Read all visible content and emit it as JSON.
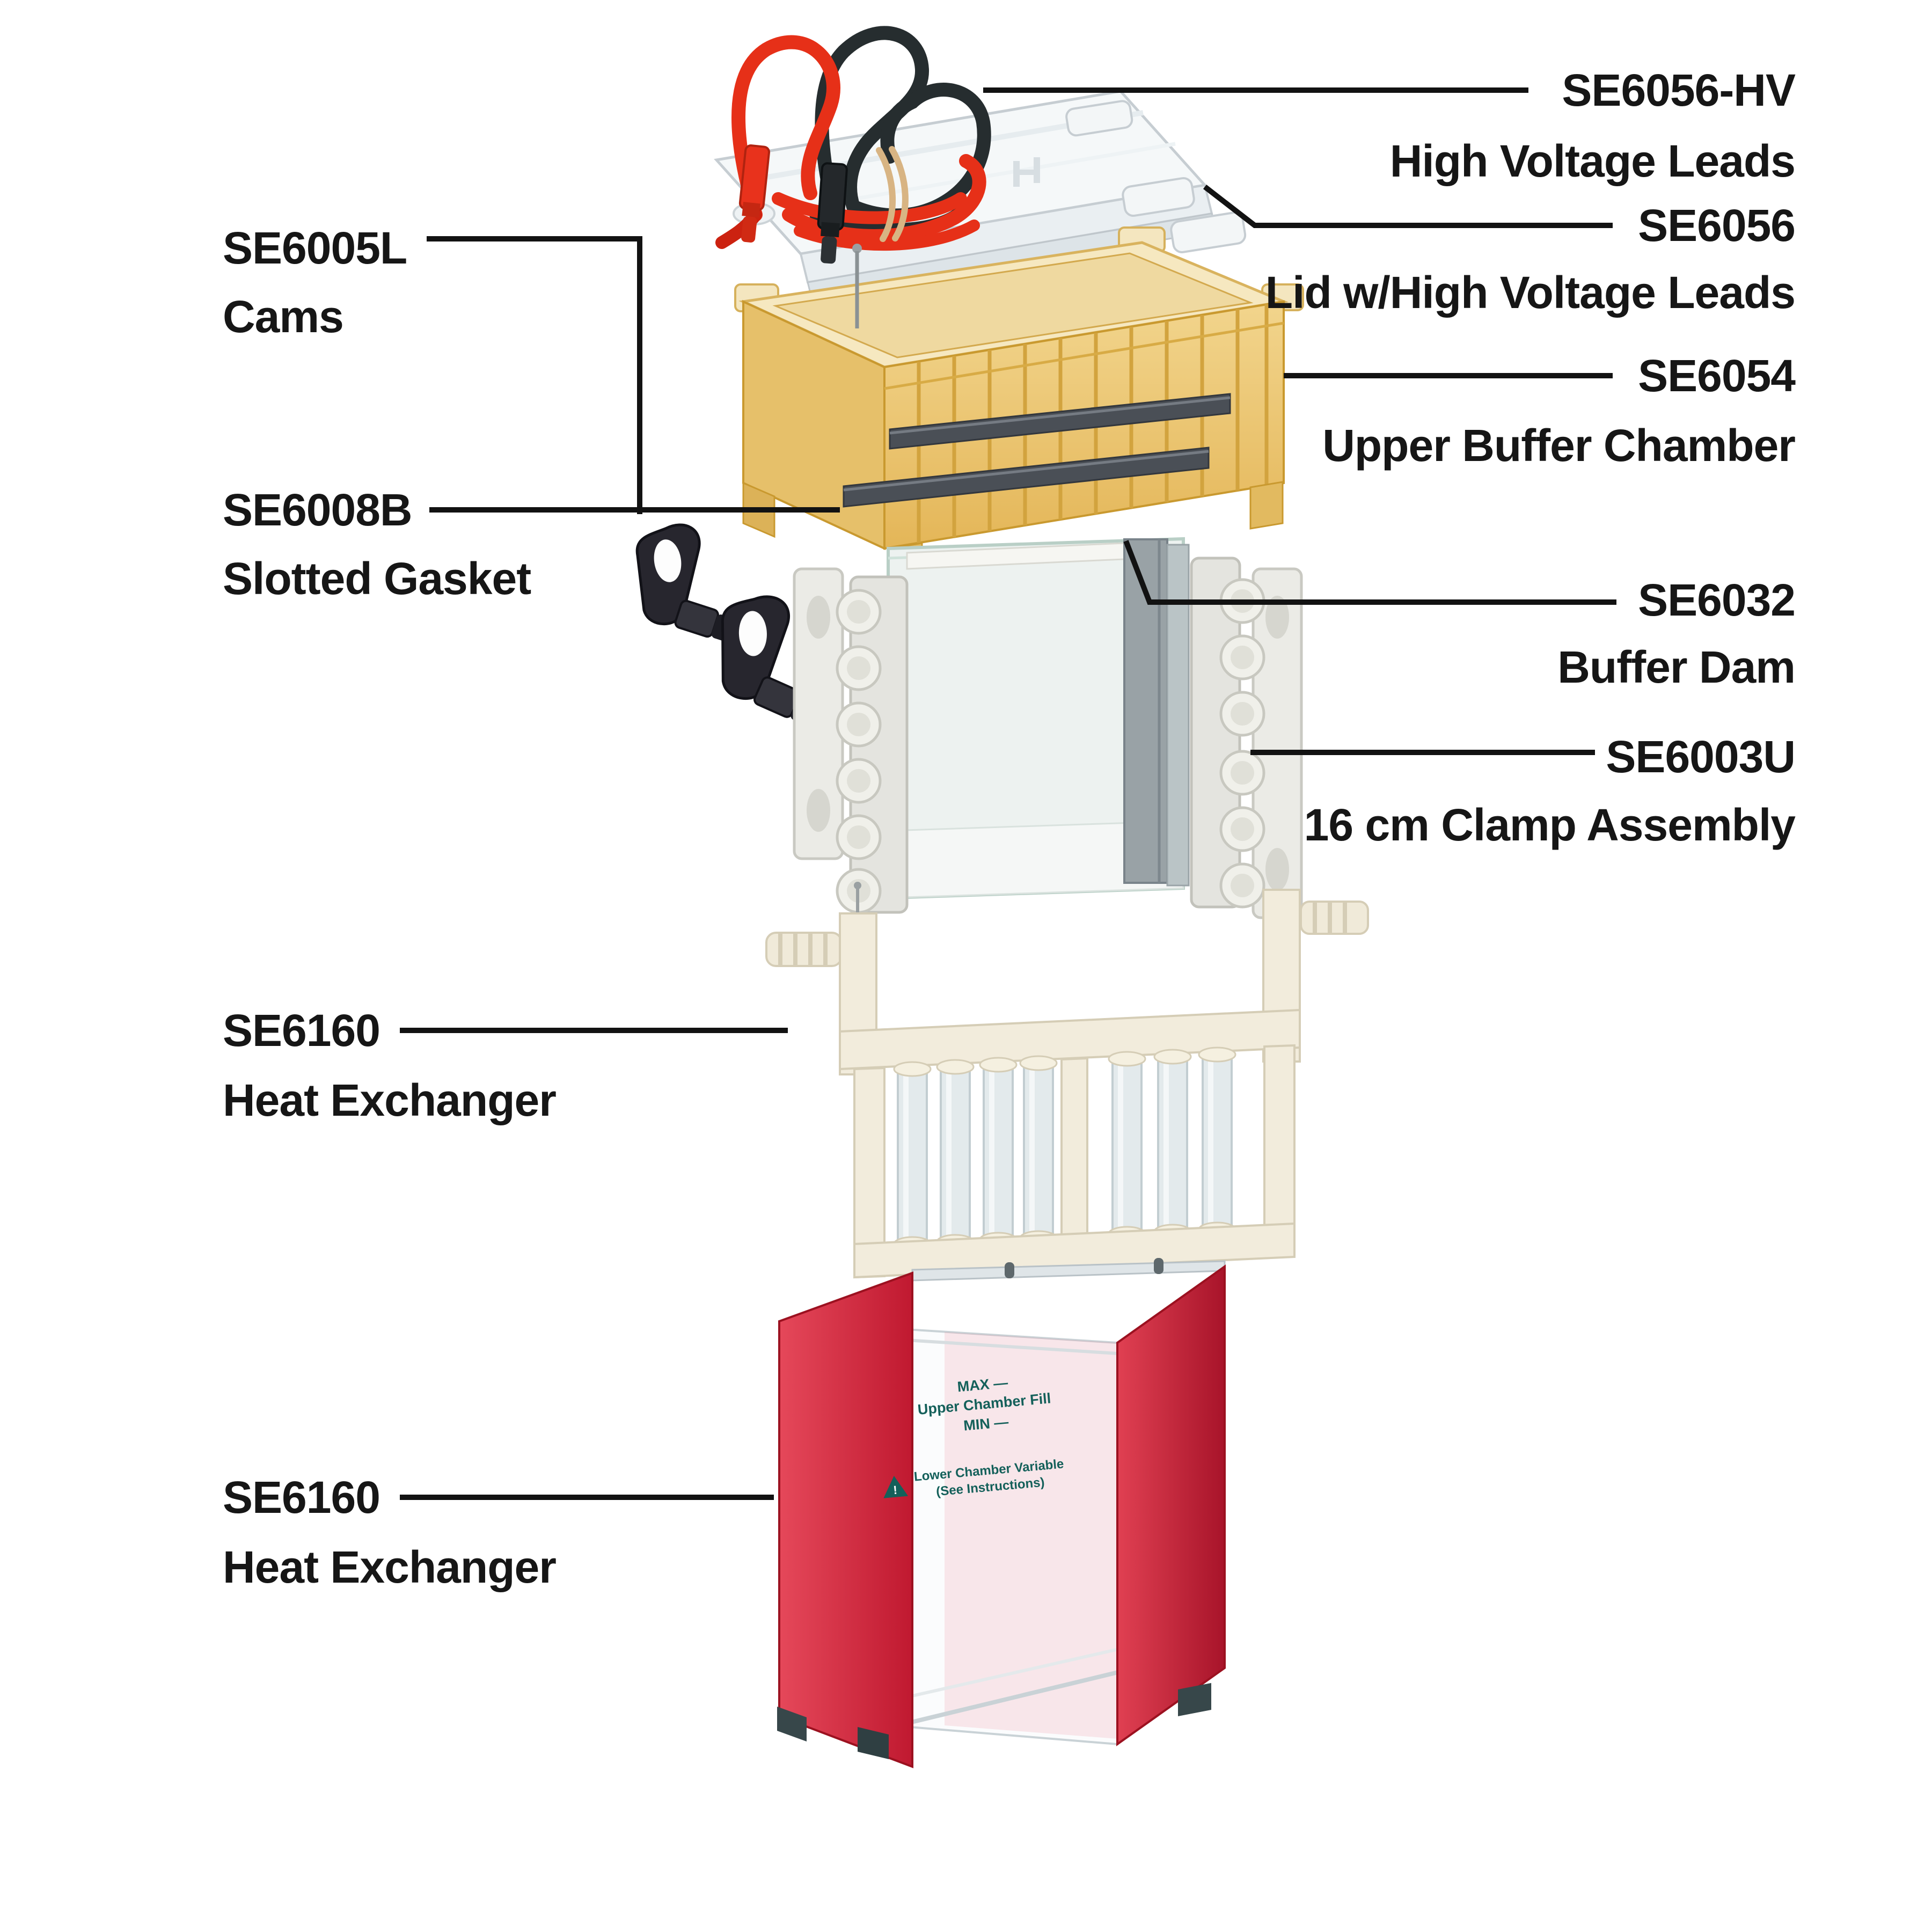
{
  "figure": {
    "description": "Exploded parts diagram of a vertical gel electrophoresis unit",
    "callouts_right": [
      {
        "part": "SE6056-HV",
        "desc": "High Voltage Leads"
      },
      {
        "part": "SE6056",
        "desc": "Lid w/High Voltage Leads"
      },
      {
        "part": "SE6054",
        "desc": "Upper Buffer Chamber"
      },
      {
        "part": "SE6032",
        "desc": "Buffer Dam"
      },
      {
        "part": "SE6003U",
        "desc": "16 cm Clamp Assembly"
      }
    ],
    "callouts_left": [
      {
        "part": "SE6005L",
        "desc": "Cams"
      },
      {
        "part": "SE6008B",
        "desc": "Slotted Gasket"
      },
      {
        "part": "SE6160",
        "desc": "Heat Exchanger"
      },
      {
        "part": "SE6160",
        "desc": "Heat Exchanger"
      }
    ],
    "tank_print": {
      "max": "MAX —",
      "fill": "Upper Chamber Fill",
      "min": "MIN —",
      "warn_mark": "!",
      "warn_line1": "Lower Chamber Variable",
      "warn_line2": "(See Instructions)"
    },
    "colors": {
      "background": "#ffffff",
      "label_text": "#161616",
      "leader_line": "#121212",
      "lead_red": "#e63018",
      "lead_black": "#262d2f",
      "lid_clear": "#f5f8f9",
      "chamber_amber": "#eecb79",
      "gasket_gray": "#4a4f56",
      "cam_black": "#27262e",
      "clamp_white": "#ebebe6",
      "buffer_dam_gray": "#99a2a6",
      "heat_exchanger_ivory": "#f2ecdc",
      "tank_red": "#d62a40",
      "tank_print_teal": "#14605a"
    }
  }
}
